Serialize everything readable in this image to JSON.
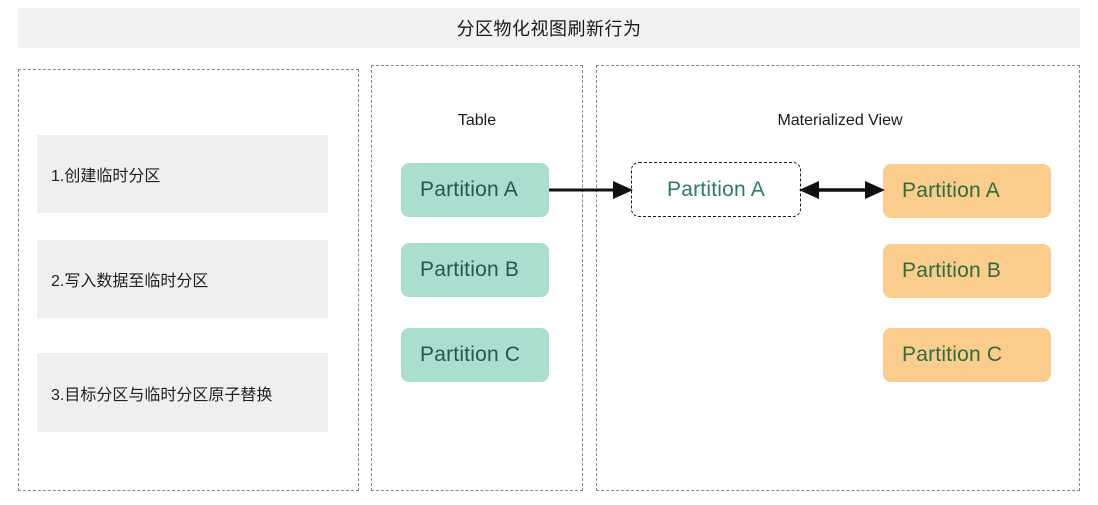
{
  "header": {
    "title": "分区物化视图刷新行为"
  },
  "steps_panel": {
    "name": "refresh-steps",
    "steps": [
      {
        "label": "1.创建临时分区"
      },
      {
        "label": "2.写入数据至临时分区"
      },
      {
        "label": "3.目标分区与临时分区原子替换"
      }
    ]
  },
  "table_panel": {
    "caption": "Table",
    "partitions": [
      {
        "label": "Partition A"
      },
      {
        "label": "Partition B"
      },
      {
        "label": "Partition C"
      }
    ]
  },
  "mv_panel": {
    "caption": "Materialized View",
    "temp_partition": {
      "label": "Partition A"
    },
    "partitions": [
      {
        "label": "Partition A"
      },
      {
        "label": "Partition B"
      },
      {
        "label": "Partition C"
      }
    ]
  },
  "arrows": [
    {
      "name": "table-to-temp",
      "direction": "right",
      "from": "Partition A (Table)",
      "to": "Partition A (temp)"
    },
    {
      "name": "temp-to-mv",
      "direction": "both",
      "from": "Partition A (temp)",
      "to": "Partition A (Materialized View)"
    }
  ],
  "colors": {
    "header_bg": "#f2f2f2",
    "panel_border": "#888888",
    "step_bg": "#efefef",
    "chip_teal_bg": "#aadfd0",
    "chip_teal_text": "#1f5b4c",
    "chip_orange_bg": "#fbcd8d",
    "chip_orange_text": "#2f6b3c",
    "chip_dashed_text": "#2a7d5f",
    "arrow": "#111111"
  }
}
